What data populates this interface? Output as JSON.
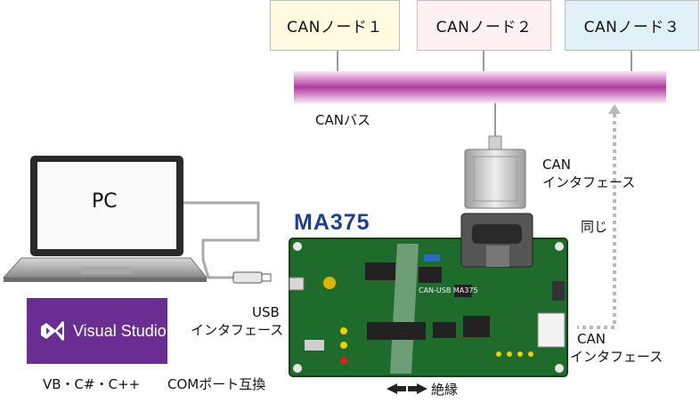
{
  "nodes": [
    {
      "label": "CANノード１",
      "bg": "#fffbe0"
    },
    {
      "label": "CANノード２",
      "bg": "#fff0f4"
    },
    {
      "label": "CANノード３",
      "bg": "#dff1f6"
    }
  ],
  "bus": {
    "label": "CANバス",
    "color": "#b23aa0"
  },
  "pc": {
    "label": "PC"
  },
  "board": {
    "name": "MA375",
    "silk_name": "CAN-USB MA375"
  },
  "labels": {
    "can_interface_top": [
      "CAN",
      "インタフェース"
    ],
    "same": "同じ",
    "usb_interface": [
      "USB",
      "インタフェース"
    ],
    "can_interface_bottom": [
      "CAN",
      "インタフェース"
    ],
    "languages": "VB・C#・C++",
    "com_port": "COMポート互換",
    "isolation": "絶縁"
  },
  "software": {
    "text": "Visual Studio",
    "bg": "#6a2d91"
  }
}
